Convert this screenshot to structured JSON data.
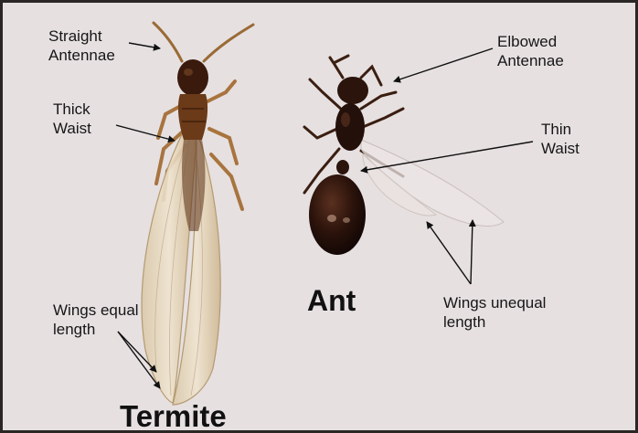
{
  "labels": {
    "straight_antennae": "Straight\nAntennae",
    "thick_waist": "Thick\nWaist",
    "wings_equal": "Wings equal\nlength",
    "elbowed_antennae": "Elbowed\nAntennae",
    "thin_waist": "Thin\nWaist",
    "wings_unequal": "Wings unequal\nlength"
  },
  "titles": {
    "termite": "Termite",
    "ant": "Ant"
  },
  "colors": {
    "background": "#e6e0e1",
    "border": "#2a2626",
    "termite_body": "#5a2e12",
    "termite_wing": "#e2d3b6",
    "ant_body": "#2a140c",
    "label_text": "#161616"
  }
}
